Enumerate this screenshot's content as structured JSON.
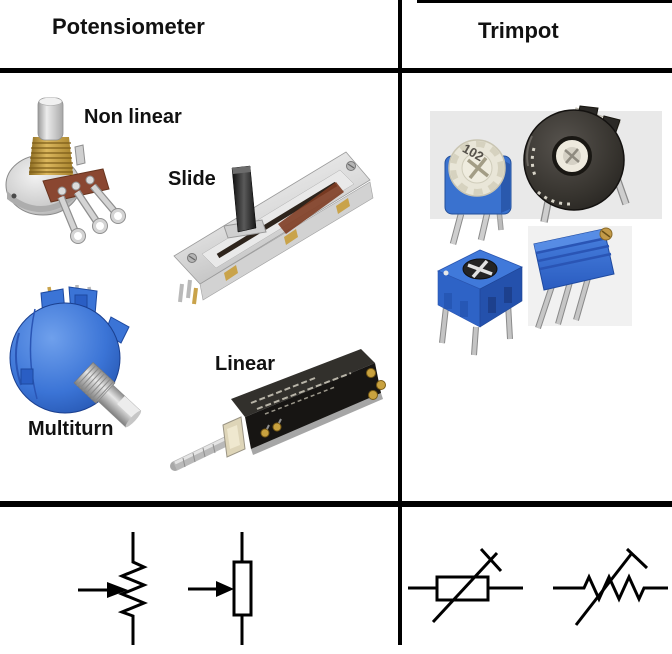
{
  "header": {
    "left_title": "Potensiometer",
    "right_title": "Trimpot"
  },
  "labels": {
    "non_linear": "Non linear",
    "slide": "Slide",
    "multiturn": "Multiturn",
    "linear": "Linear"
  },
  "markings": {
    "blue_trimpot_code": "102"
  },
  "photos": {
    "left_column": [
      "rotary-potentiometer",
      "slide-potentiometer",
      "multiturn-potentiometer",
      "linear-potentiometer"
    ],
    "right_column": [
      "blue-round-trimpot",
      "black-round-trimpot",
      "blue-cube-trimpot",
      "blue-multiturn-trimpot"
    ]
  },
  "symbols": {
    "left": [
      "potentiometer-zigzag-symbol",
      "potentiometer-box-symbol"
    ],
    "right": [
      "trimpot-box-symbol",
      "trimpot-zigzag-symbol"
    ]
  },
  "colors": {
    "background": "#ffffff",
    "line_black": "#000000",
    "text_black": "#111111",
    "photo_bg_gray": "#e9e9e9",
    "trimpot_blue": "#3a72cf",
    "trimpot_body_dark": "#33302c",
    "rotor_cream": "#e9e6d8",
    "brass_gold": "#c8a24b",
    "pot_wafer_brown": "#8a4731",
    "metal_silver": "#c4c4c4"
  }
}
